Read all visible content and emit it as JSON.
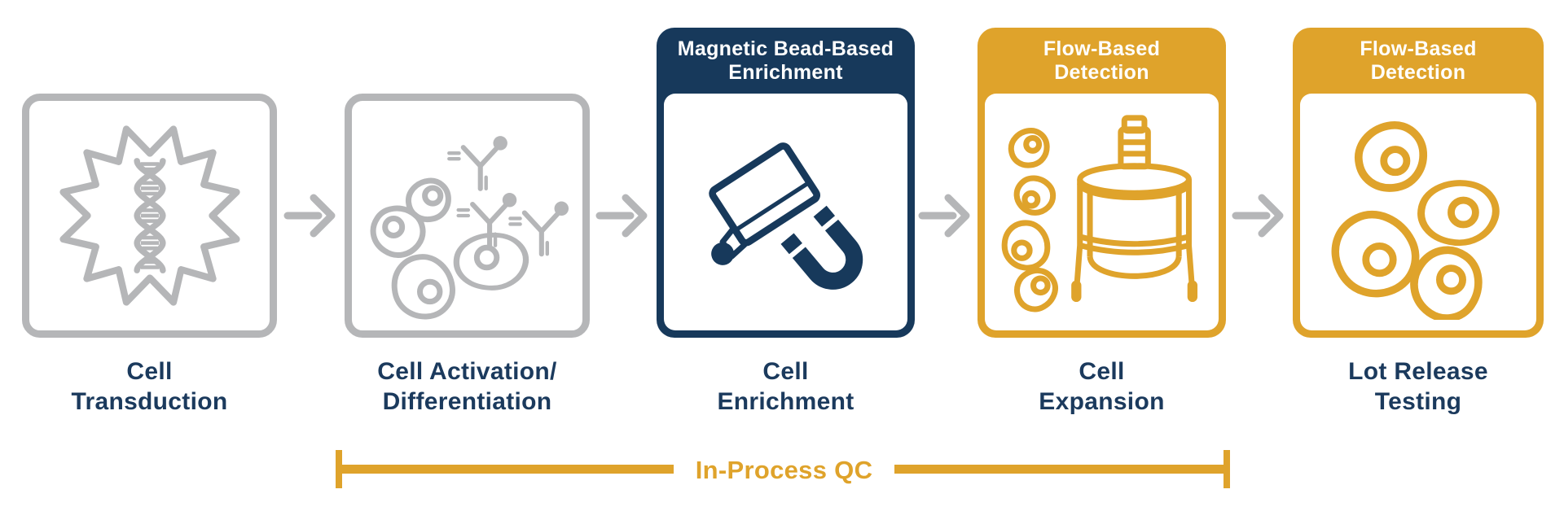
{
  "palette": {
    "gray": "#b5b6b8",
    "navy": "#17395b",
    "gold": "#dfa32b",
    "label_navy": "#1b3a5d",
    "header_text": "#ffffff",
    "background": "#ffffff"
  },
  "stages": [
    {
      "label": "Cell\nTransduction",
      "header": "",
      "theme": "gray",
      "icon": "viral-vector-dna-icon"
    },
    {
      "label": "Cell Activation/\nDifferentiation",
      "header": "",
      "theme": "gray",
      "icon": "cells-antibodies-icon"
    },
    {
      "label": "Cell\nEnrichment",
      "header": "Magnetic Bead-Based\nEnrichment",
      "theme": "navy",
      "icon": "flask-magnet-icon"
    },
    {
      "label": "Cell\nExpansion",
      "header": "Flow-Based\nDetection",
      "theme": "gold",
      "icon": "cells-bioreactor-icon"
    },
    {
      "label": "Lot Release\nTesting",
      "header": "Flow-Based\nDetection",
      "theme": "gold",
      "icon": "cells-icon"
    }
  ],
  "arrows": {
    "icon": "right-arrow",
    "count": 4
  },
  "qc": {
    "label": "In-Process QC"
  }
}
